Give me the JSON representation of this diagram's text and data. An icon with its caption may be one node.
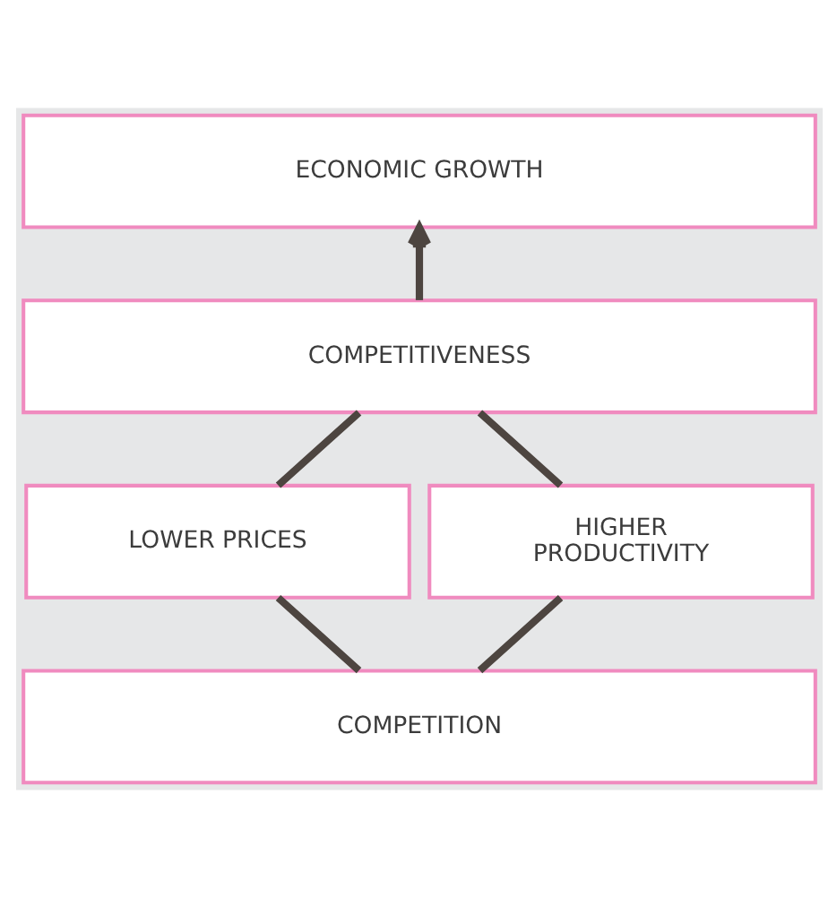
{
  "diagram": {
    "nodes": [
      {
        "text": [
          "ECONOMIC GROWTH"
        ]
      },
      {
        "text": [
          "COMPETITIVENESS"
        ]
      },
      {
        "text": [
          "LOWER PRICES"
        ]
      },
      {
        "text": [
          "HIGHER PRODUCTIVITY"
        ]
      },
      {
        "text": [
          "COMPETITION"
        ]
      }
    ],
    "edges": [
      {
        "from": 1,
        "to": 0,
        "arrow": "to"
      },
      {
        "from": 2,
        "to": 1,
        "arrow": "none"
      },
      {
        "from": 3,
        "to": 1,
        "arrow": "none"
      },
      {
        "from": 4,
        "to": 2,
        "arrow": "none"
      },
      {
        "from": 4,
        "to": 3,
        "arrow": "none"
      }
    ]
  }
}
